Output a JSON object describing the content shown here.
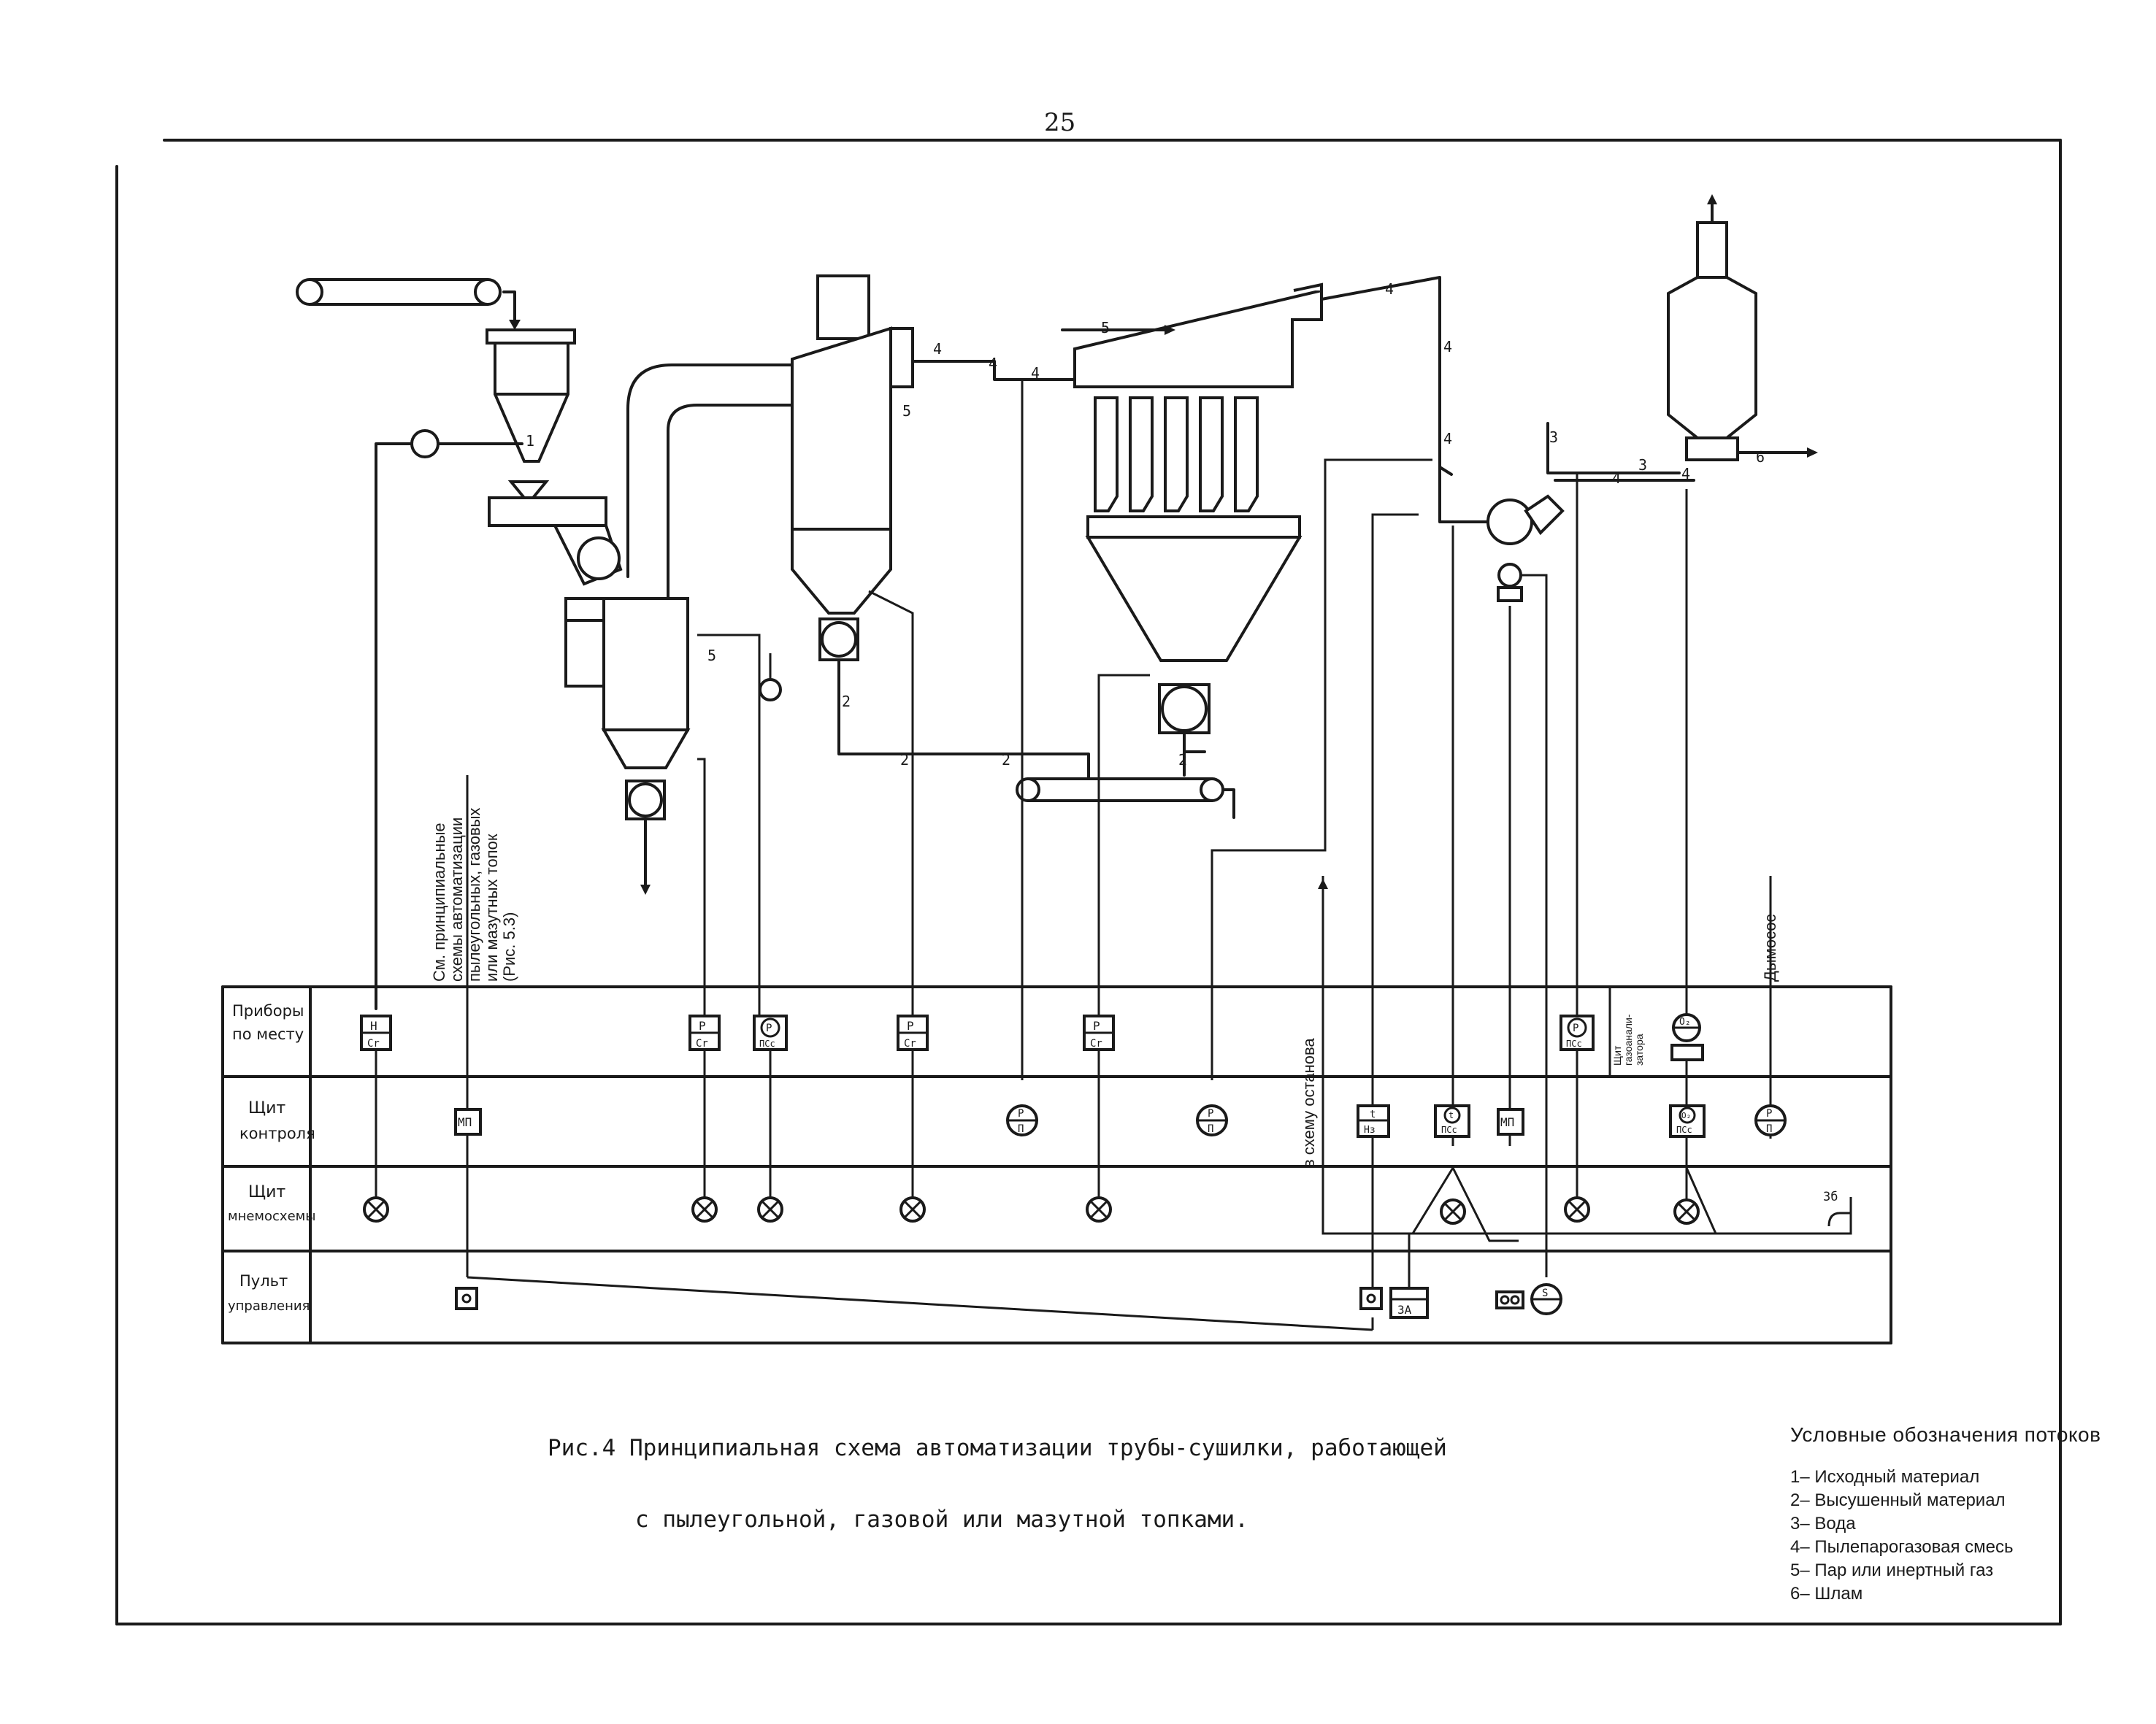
{
  "page_number": "25",
  "caption": {
    "line1": "Рис.4 Принципиальная схема автоматизации трубы-сушилки, работающей",
    "line2": "с пылеугольной, газовой или мазутной топками."
  },
  "legend": {
    "title": "Условные обозначения потоков",
    "items": [
      "1– Исходный материал",
      "2– Высушенный материал",
      "3– Вода",
      "4– Пылепарогазовая смесь",
      "5– Пар или инертный газ",
      "6– Шлам"
    ]
  },
  "row_labels": {
    "local": [
      "Приборы",
      "по месту"
    ],
    "control": [
      "Щит",
      "контроля"
    ],
    "mimic": [
      "Щит",
      "мнемосхемы"
    ],
    "console": [
      "Пульт",
      "управления"
    ]
  },
  "vertical_notes": {
    "see_schemes": [
      "См. принципиальные",
      "схемы автоматизации",
      "пылеугольных, газовых",
      "или мазутных топок",
      "(Рис. 5.3)"
    ],
    "to_stop_scheme": "в схему останова",
    "smoke_exhauster": "Дымосос",
    "shield": [
      "Щит",
      "газоанали-",
      "затора"
    ]
  },
  "stream_numbers": {
    "s1": "1",
    "s2": "2",
    "s3": "3",
    "s4": "4",
    "s5": "5",
    "s6": "6"
  },
  "instruments": {
    "local": [
      {
        "top": "H",
        "bottom": "Cr"
      },
      {
        "top": "P",
        "bottom": "Cr"
      },
      {
        "top": "P",
        "bottom": "ПСс"
      },
      {
        "top": "P",
        "bottom": "Cr"
      },
      {
        "top": "P",
        "bottom": "Cr"
      },
      {
        "top": "P",
        "bottom": "ПСс"
      },
      {
        "top": "О₂",
        "bottom": ""
      }
    ],
    "control": [
      {
        "label": "МП"
      },
      {
        "top": "P",
        "bottom": "П"
      },
      {
        "top": "P",
        "bottom": "П"
      },
      {
        "top": "t",
        "bottom": "Нз"
      },
      {
        "top": "t",
        "bottom": "ПСс"
      },
      {
        "label": "МП"
      },
      {
        "top": "О₂",
        "bottom": "ПСс"
      },
      {
        "top": "P",
        "bottom": "П"
      }
    ],
    "console": [
      {
        "label": "ЗА"
      },
      {
        "label": "S"
      },
      {
        "label": "3б"
      }
    ]
  }
}
